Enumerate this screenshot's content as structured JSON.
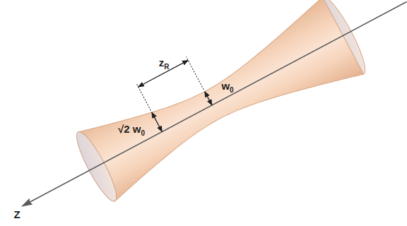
{
  "diagram": {
    "labels": [
      "zR",
      "w0",
      "√2 w0",
      "Z"
    ]
  }
}
